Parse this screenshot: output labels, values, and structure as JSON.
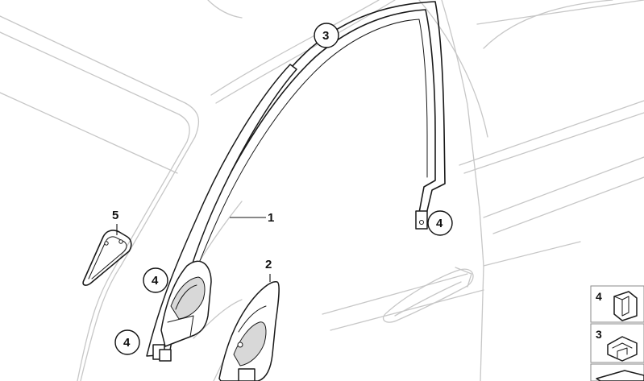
{
  "callouts": {
    "part_1": "1",
    "part_2": "2",
    "part_3": "3",
    "part_4_door": "4",
    "part_4_upper": "4",
    "part_4_lower": "4",
    "part_5": "5"
  },
  "legend": {
    "item_4": "4",
    "item_3": "3"
  }
}
